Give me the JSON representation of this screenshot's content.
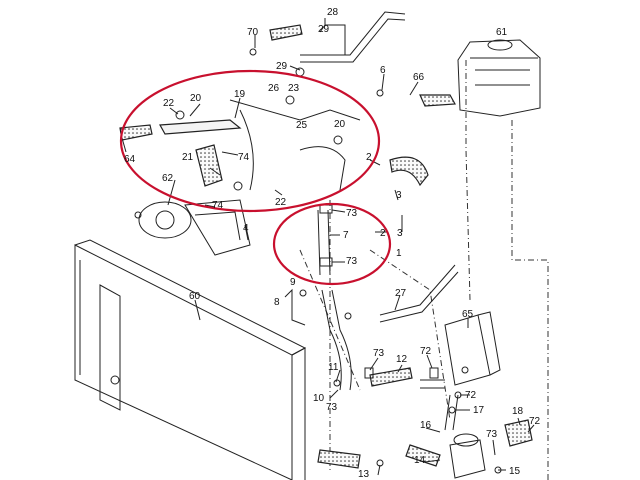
{
  "parts": [
    {
      "n": "70"
    },
    {
      "n": "28"
    },
    {
      "n": "29"
    },
    {
      "n": "61"
    },
    {
      "n": "29"
    },
    {
      "n": "6"
    },
    {
      "n": "66"
    },
    {
      "n": "19"
    },
    {
      "n": "26"
    },
    {
      "n": "23"
    },
    {
      "n": "20"
    },
    {
      "n": "22"
    },
    {
      "n": "25"
    },
    {
      "n": "64"
    },
    {
      "n": "20"
    },
    {
      "n": "21"
    },
    {
      "n": "74"
    },
    {
      "n": "2"
    },
    {
      "n": "3"
    },
    {
      "n": "62"
    },
    {
      "n": "74"
    },
    {
      "n": "22"
    },
    {
      "n": "4"
    },
    {
      "n": "73"
    },
    {
      "n": "7"
    },
    {
      "n": "2"
    },
    {
      "n": "3"
    },
    {
      "n": "1"
    },
    {
      "n": "73"
    },
    {
      "n": "9"
    },
    {
      "n": "27"
    },
    {
      "n": "60"
    },
    {
      "n": "8"
    },
    {
      "n": "65"
    },
    {
      "n": "73"
    },
    {
      "n": "12"
    },
    {
      "n": "72"
    },
    {
      "n": "11"
    },
    {
      "n": "72"
    },
    {
      "n": "10"
    },
    {
      "n": "73"
    },
    {
      "n": "17"
    },
    {
      "n": "18"
    },
    {
      "n": "16"
    },
    {
      "n": "73"
    },
    {
      "n": "72"
    },
    {
      "n": "14"
    },
    {
      "n": "13"
    },
    {
      "n": "15"
    }
  ],
  "colors": {
    "highlight": "#c8102e",
    "line": "#222222"
  }
}
